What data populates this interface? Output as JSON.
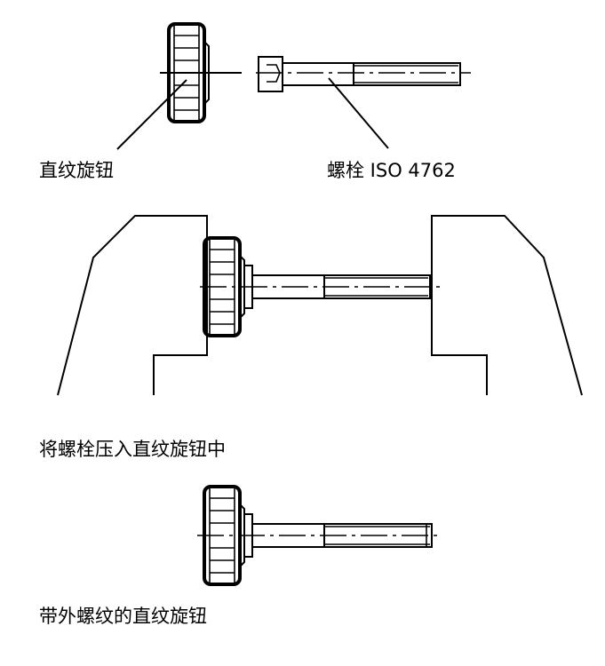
{
  "labels": {
    "knurled_knob": "直纹旋钮",
    "bolt": "螺栓 ISO 4762",
    "press_instruction": "将螺栓压入直纹旋钮中",
    "result": "带外螺纹的直纹旋钮"
  }
}
